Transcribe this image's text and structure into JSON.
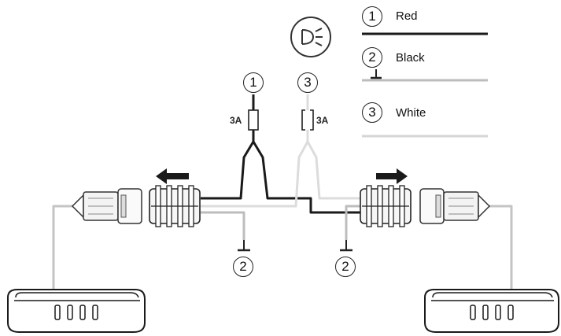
{
  "legend": {
    "items": [
      {
        "number": "1",
        "label": "Red",
        "color": "#1a1a1a"
      },
      {
        "number": "2",
        "label": "Black",
        "color": "#bdbdbd"
      },
      {
        "number": "3",
        "label": "White",
        "color": "#d6d6d6"
      }
    ]
  },
  "wires": {
    "wire_red_number": "1",
    "wire_white_number": "3",
    "ground_left_number": "2",
    "ground_right_number": "2",
    "fuse_red_rating": "3A",
    "fuse_white_rating": "3A"
  },
  "icons": {
    "lamp_symbol": "light-bulb-icon",
    "arrow_left": "arrow-left-icon",
    "arrow_right": "arrow-right-icon",
    "ground": "ground-symbol-icon"
  },
  "colors": {
    "wire_dark": "#1a1a1a",
    "wire_light": "#d9d9d9",
    "outline": "#333333"
  }
}
